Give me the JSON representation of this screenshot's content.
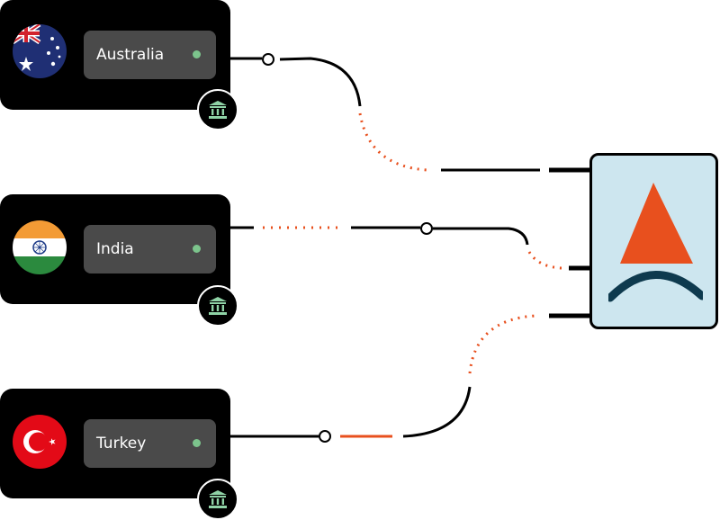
{
  "countries": [
    {
      "name": "Australia",
      "flag_icon": "australia-flag-icon",
      "status": "online"
    },
    {
      "name": "India",
      "flag_icon": "india-flag-icon",
      "status": "online"
    },
    {
      "name": "Turkey",
      "flag_icon": "turkey-flag-icon",
      "status": "online"
    }
  ],
  "badge_icon": "bank-icon",
  "hub_logo_icon": "triangle-arc-logo-icon",
  "colors": {
    "card_bg": "#000000",
    "pill_bg": "#4a4a4a",
    "status_dot": "#7cc48c",
    "bank_icon": "#8fd3a6",
    "hub_bg": "#cde6ef",
    "accent_orange": "#e8501e",
    "logo_arc": "#0e3a4e",
    "wire": "#000000"
  }
}
